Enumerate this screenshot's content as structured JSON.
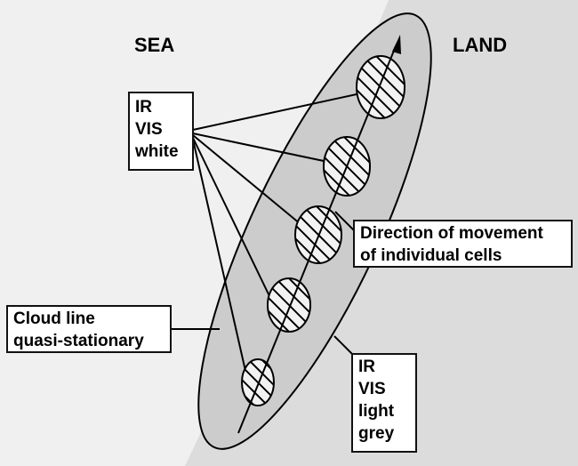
{
  "diagram": {
    "regions": {
      "sea": "SEA",
      "land": "LAND"
    },
    "labels": {
      "cell_appearance": [
        "IR",
        "VIS",
        "white"
      ],
      "cloud_line": [
        "Cloud line",
        "quasi-stationary"
      ],
      "movement": [
        "Direction of movement",
        "of individual cells"
      ],
      "line_appearance": [
        "IR",
        "VIS",
        "light",
        "grey"
      ]
    },
    "cells_count": 5,
    "colors": {
      "sea": "#f0f0f0",
      "land": "#dcdcdc",
      "cloud_line": "#cccccc",
      "cell": "#f2f2f2",
      "stroke": "#000000"
    }
  }
}
